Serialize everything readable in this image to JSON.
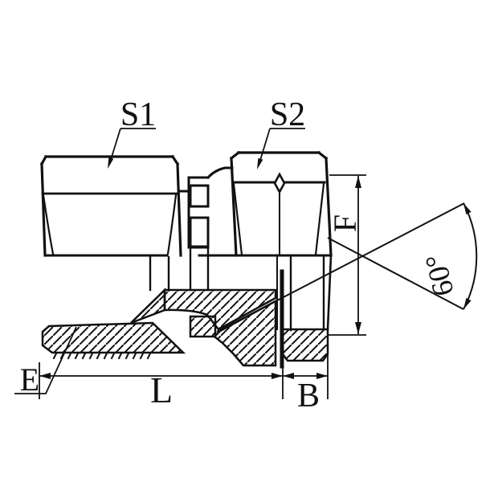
{
  "drawing": {
    "type": "technical-section-drawing",
    "subject": "pipe fitting adapter with swivel nut, half section view",
    "labels": {
      "s1": "S1",
      "s2": "S2",
      "f": "F",
      "angle": "60°",
      "e": "E",
      "l": "L",
      "b": "B"
    },
    "colors": {
      "line": "#111111",
      "background": "#ffffff"
    }
  }
}
